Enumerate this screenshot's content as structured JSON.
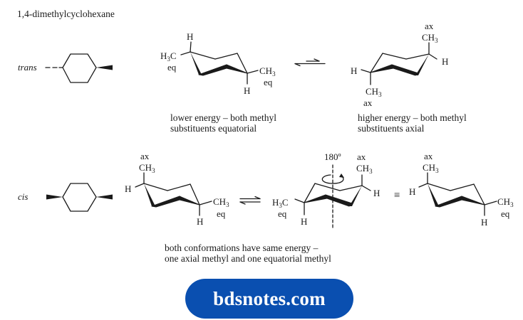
{
  "title": "1,4-dimethylcyclohexane",
  "trans": {
    "label": "trans",
    "conformer_eq": {
      "c1_top": "H",
      "c1_sub": "H3C",
      "c1_sub_pos": "eq",
      "c4_sub": "CH3",
      "c4_sub_pos": "eq",
      "c4_bottom": "H"
    },
    "conformer_ax": {
      "c4_top_pos": "ax",
      "c4_top": "CH3",
      "c4_side": "H",
      "c1_side": "H",
      "c1_bottom": "CH3",
      "c1_bottom_pos": "ax"
    },
    "caption_left_line1": "lower energy – both methyl",
    "caption_left_line2": "substituents equatorial",
    "caption_right_line1": "higher energy – both methyl",
    "caption_right_line2": "substituents axial",
    "equilibrium": "favors lower energy (left)"
  },
  "cis": {
    "label": "cis",
    "conformer_a": {
      "c1_top_pos": "ax",
      "c1_top": "CH3",
      "c1_side": "H",
      "c4_sub": "CH3",
      "c4_sub_pos": "eq",
      "c4_bottom": "H"
    },
    "conformer_b": {
      "rotation": "180º",
      "c4_top_pos": "ax",
      "c4_top": "CH3",
      "c4_side": "H",
      "c1_sub": "H3C",
      "c1_sub_pos": "eq",
      "c1_bottom": "H"
    },
    "equivalent_symbol": "≡",
    "conformer_c": {
      "c1_top_pos": "ax",
      "c1_top": "CH3",
      "c1_side": "H",
      "c4_sub": "CH3",
      "c4_sub_pos": "eq",
      "c4_bottom": "H"
    },
    "caption_line1": "both conformations have same energy –",
    "caption_line2": "one axial methyl and one equatorial methyl"
  },
  "watermark": {
    "text": "bdsnotes.com",
    "color": "#0a4fb0"
  }
}
